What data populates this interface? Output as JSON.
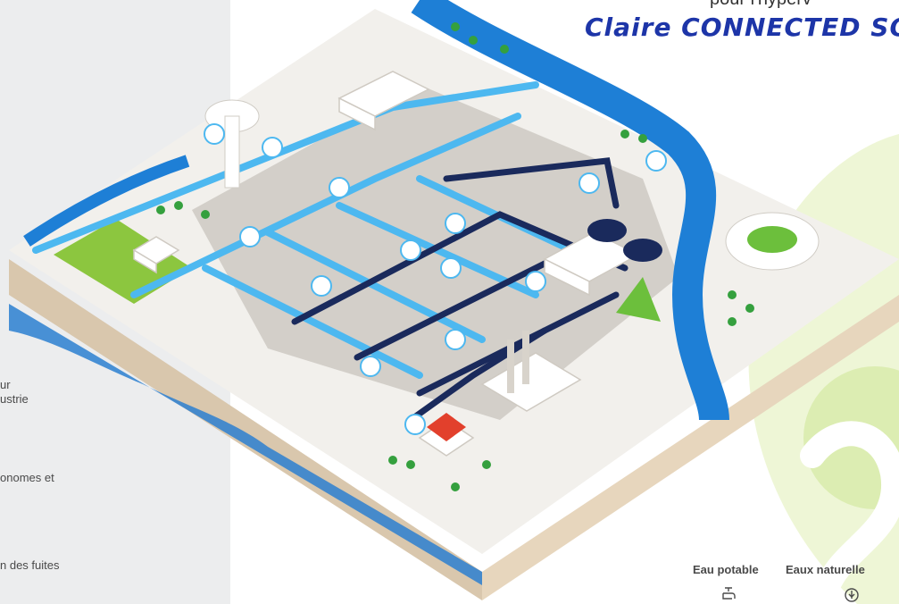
{
  "header": {
    "subtitle_partial": "pour l'hyperv",
    "brand": "Claire CONNECTED SO"
  },
  "sidebar": {
    "items": [
      {
        "line1": "ur",
        "line2": "ustrie"
      },
      {
        "line1": "onomes et"
      },
      {
        "line1": "n des fuites"
      }
    ]
  },
  "tabs": [
    {
      "label": "Eau potable",
      "icon": "faucet-icon"
    },
    {
      "label": "Eaux naturelle",
      "icon": "leaf-drop-icon"
    }
  ],
  "colors": {
    "sidebar": "#ecedee",
    "brand_blue": "#1d35a8",
    "water_blue": "#1e7fd6",
    "light_blue": "#4db8f0",
    "dark_pipe": "#1a2a5c",
    "accent_green": "#d6eaa6",
    "grass": "#8cc63f"
  }
}
